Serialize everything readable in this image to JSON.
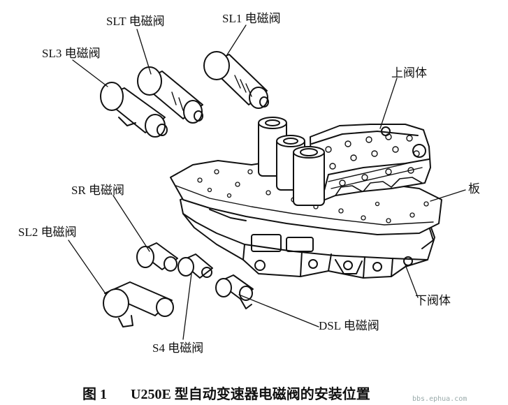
{
  "labels": {
    "slt": "SLT 电磁阀",
    "sl1": "SL1 电磁阀",
    "sl3": "SL3 电磁阀",
    "upper_body": "上阀体",
    "plate": "板",
    "sr": "SR 电磁阀",
    "sl2": "SL2 电磁阀",
    "lower_body": "下阀体",
    "dsl": "DSL 电磁阀",
    "s4": "S4 电磁阀"
  },
  "caption": {
    "number": "图 1",
    "text": "U250E 型自动变速器电磁阀的安装位置"
  },
  "watermark": "bbs.ephua.com"
}
